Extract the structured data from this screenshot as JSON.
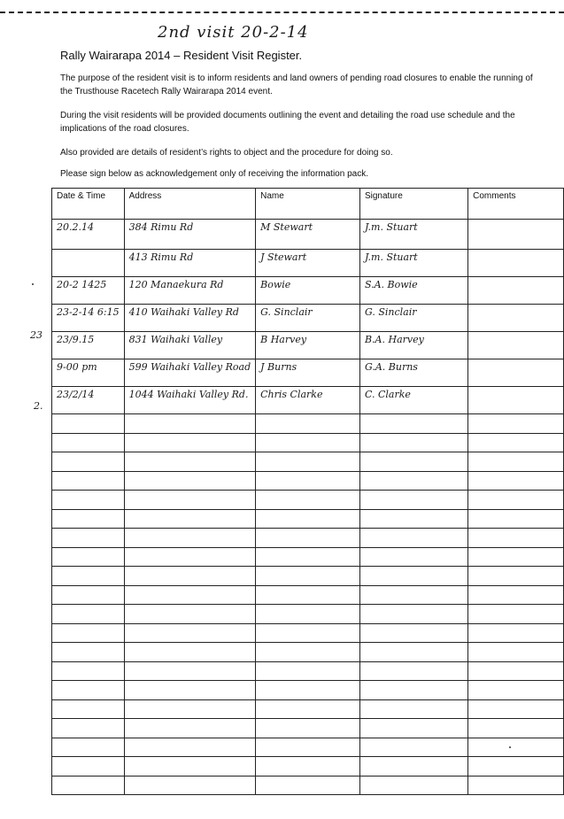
{
  "handwritten_header": "2nd visit  20-2-14",
  "title": "Rally Wairarapa 2014 – Resident Visit Register.",
  "paragraphs": [
    "The purpose of the resident visit is to inform residents and land owners of pending road closures to enable the running of the Trusthouse Racetech Rally Wairarapa 2014 event.",
    "During the visit residents will be provided documents outlining the event and detailing the road use schedule and the implications of the road closures.",
    "Also provided are details of resident’s rights to object and the procedure for doing so.",
    "Please sign below as acknowledgement only of receiving the information pack."
  ],
  "table": {
    "headers": [
      "Date & Time",
      "Address",
      "Name",
      "Signature",
      "Comments"
    ],
    "rows": [
      {
        "date": "20.2.14",
        "address": "384 Rimu Rd",
        "name": "M Stewart",
        "signature": "J.m. Stuart",
        "comments": ""
      },
      {
        "date": "",
        "address": "413 Rimu Rd",
        "name": "J Stewart",
        "signature": "J.m. Stuart",
        "comments": ""
      },
      {
        "date": "20-2 1425",
        "address": "120 Manaekura Rd",
        "name": "Bowie",
        "signature": "S.A. Bowie",
        "comments": ""
      },
      {
        "date": "23-2-14 6:15",
        "address": "410 Waihaki Valley Rd",
        "name": "G. Sinclair",
        "signature": "G. Sinclair",
        "comments": ""
      },
      {
        "date": "23/9.15",
        "address": "831 Waihaki Valley",
        "name": "B Harvey",
        "signature": "B.A. Harvey",
        "comments": ""
      },
      {
        "date": "9-00 pm",
        "address": "599 Waihaki Valley Road",
        "name": "J Burns",
        "signature": "G.A. Burns",
        "comments": ""
      },
      {
        "date": "23/2/14",
        "address": "1044 Waihaki Valley Rd.",
        "name": "Chris Clarke",
        "signature": "C. Clarke",
        "comments": ""
      },
      {
        "date": "",
        "address": "",
        "name": "",
        "signature": "",
        "comments": ""
      },
      {
        "date": "",
        "address": "",
        "name": "",
        "signature": "",
        "comments": ""
      },
      {
        "date": "",
        "address": "",
        "name": "",
        "signature": "",
        "comments": ""
      },
      {
        "date": "",
        "address": "",
        "name": "",
        "signature": "",
        "comments": ""
      },
      {
        "date": "",
        "address": "",
        "name": "",
        "signature": "",
        "comments": ""
      },
      {
        "date": "",
        "address": "",
        "name": "",
        "signature": "",
        "comments": ""
      },
      {
        "date": "",
        "address": "",
        "name": "",
        "signature": "",
        "comments": ""
      },
      {
        "date": "",
        "address": "",
        "name": "",
        "signature": "",
        "comments": ""
      },
      {
        "date": "",
        "address": "",
        "name": "",
        "signature": "",
        "comments": ""
      },
      {
        "date": "",
        "address": "",
        "name": "",
        "signature": "",
        "comments": ""
      },
      {
        "date": "",
        "address": "",
        "name": "",
        "signature": "",
        "comments": ""
      },
      {
        "date": "",
        "address": "",
        "name": "",
        "signature": "",
        "comments": ""
      },
      {
        "date": "",
        "address": "",
        "name": "",
        "signature": "",
        "comments": ""
      },
      {
        "date": "",
        "address": "",
        "name": "",
        "signature": "",
        "comments": ""
      },
      {
        "date": "",
        "address": "",
        "name": "",
        "signature": "",
        "comments": ""
      },
      {
        "date": "",
        "address": "",
        "name": "",
        "signature": "",
        "comments": ""
      },
      {
        "date": "",
        "address": "",
        "name": "",
        "signature": "",
        "comments": ""
      },
      {
        "date": "",
        "address": "",
        "name": "",
        "signature": "",
        "comments": ""
      },
      {
        "date": "",
        "address": "",
        "name": "",
        "signature": "",
        "comments": ""
      },
      {
        "date": "",
        "address": "",
        "name": "",
        "signature": "",
        "comments": ""
      }
    ]
  },
  "margin_notes": [
    "23",
    "2."
  ]
}
